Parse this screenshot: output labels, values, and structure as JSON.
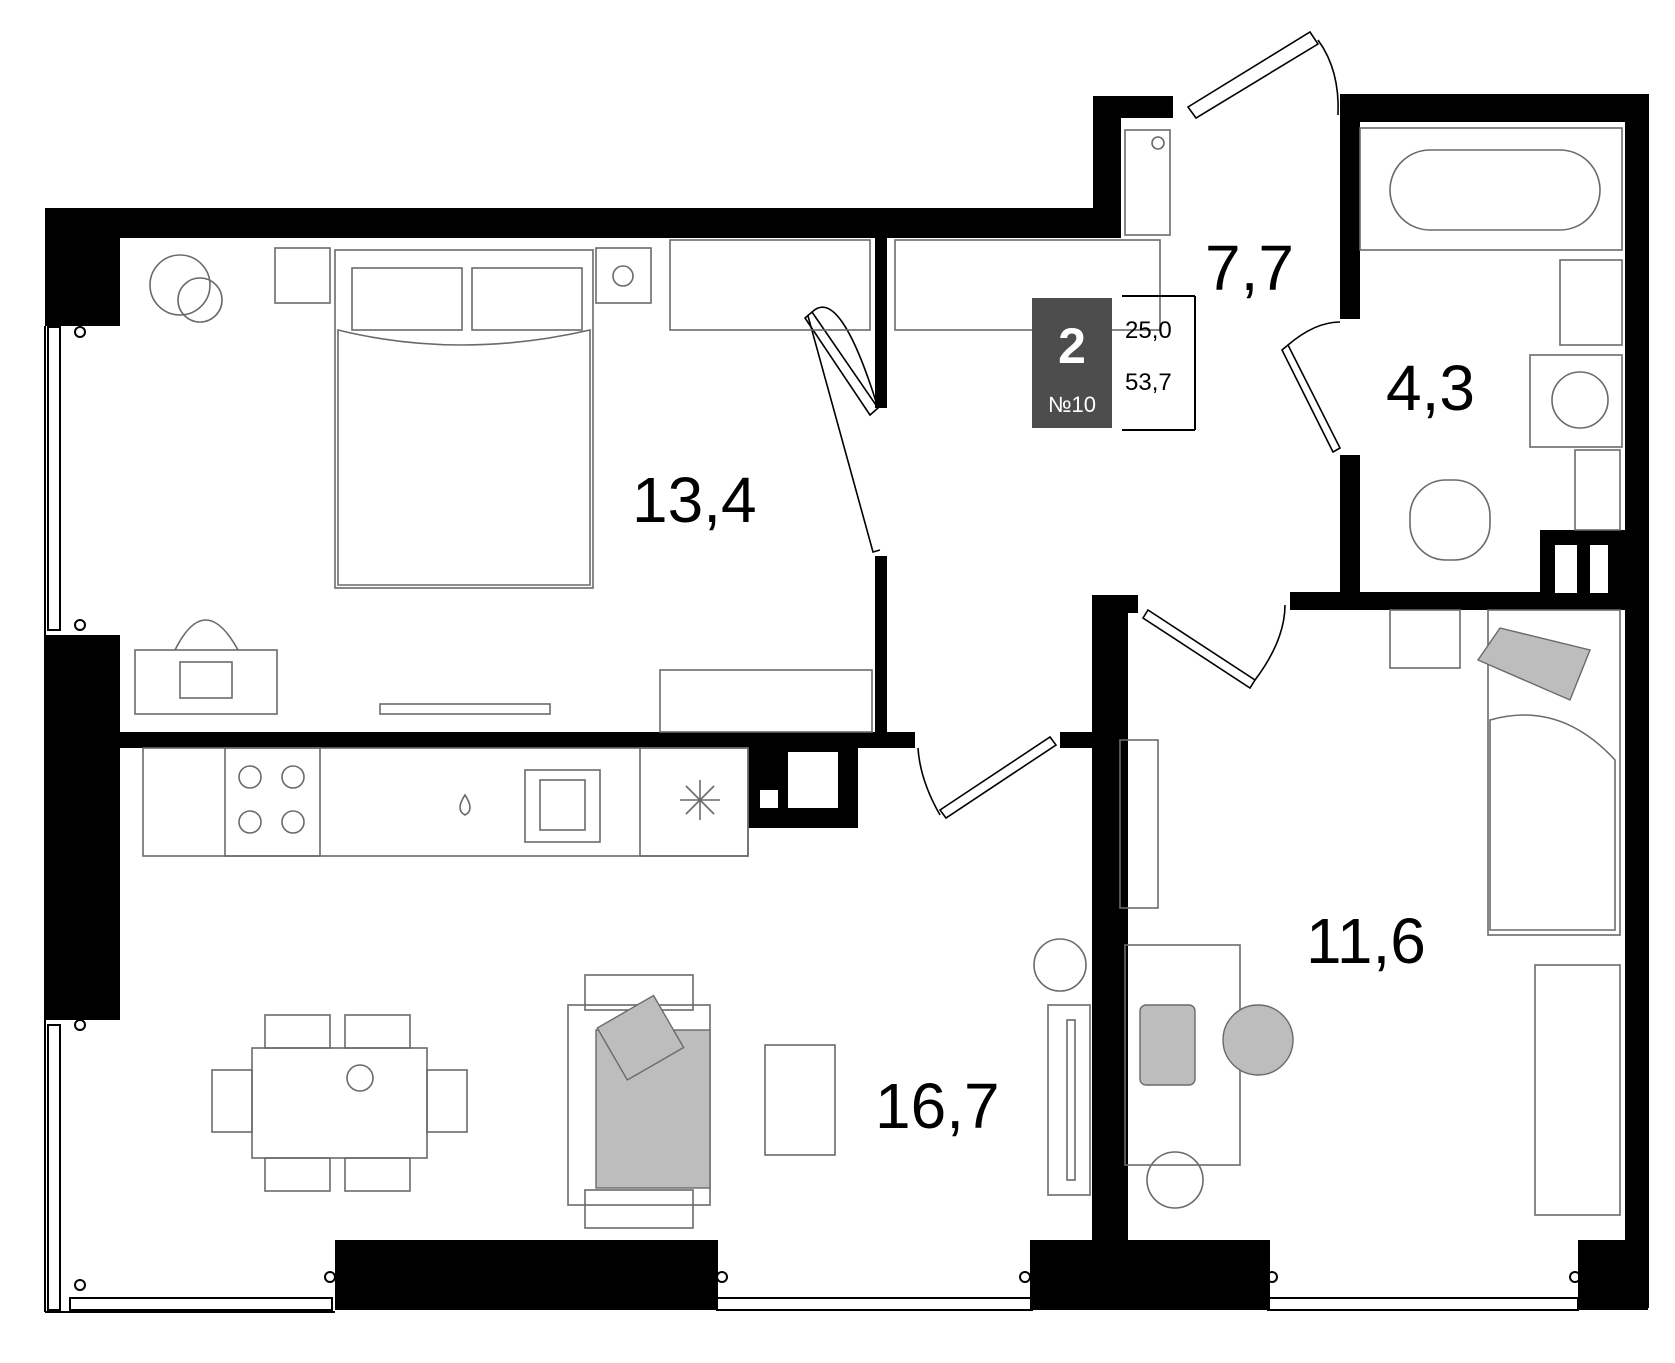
{
  "rooms": [
    {
      "id": "bedroom",
      "area": "13,4"
    },
    {
      "id": "hall",
      "area": "7,7"
    },
    {
      "id": "bathroom",
      "area": "4,3"
    },
    {
      "id": "kitchen_living",
      "area": "16,7"
    },
    {
      "id": "bedroom2",
      "area": "11,6"
    }
  ],
  "badge": {
    "rooms_count": "2",
    "apartment_number": "№10",
    "living_area": "25,0",
    "total_area": "53,7"
  },
  "colors": {
    "wall": "#000000",
    "badge_bg": "#4d4d4d",
    "furniture_stroke": "#6a6a6a",
    "furniture_fill": "#bdbdbd"
  }
}
